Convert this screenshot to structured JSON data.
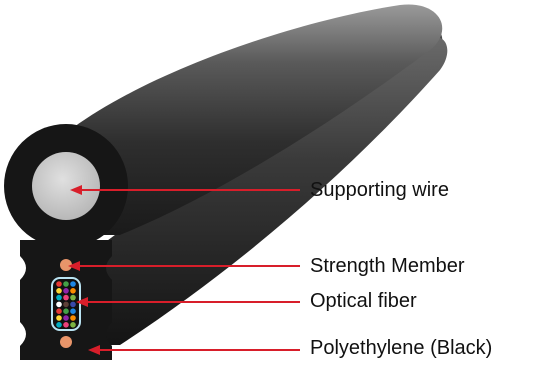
{
  "labels": {
    "supporting_wire": "Supporting wire",
    "strength_member": "Strength Member",
    "optical_fiber": "Optical fiber",
    "polyethylene": "Polyethylene (Black)"
  },
  "colors": {
    "jacket": "#2a2a2a",
    "jacket_highlight": "#8a8a8a",
    "wire": "#cfcfcf",
    "strength_member": "#e8956a",
    "arrow": "#d81e2a",
    "fiber_tube": "#b9e3f2"
  },
  "fiber_colors": [
    "#e53935",
    "#43a047",
    "#1e88e5",
    "#fdd835",
    "#8e24aa",
    "#fb8c00",
    "#00acc1",
    "#ec407a",
    "#7cb342",
    "#ffffff",
    "#5d4037",
    "#3949ab"
  ]
}
